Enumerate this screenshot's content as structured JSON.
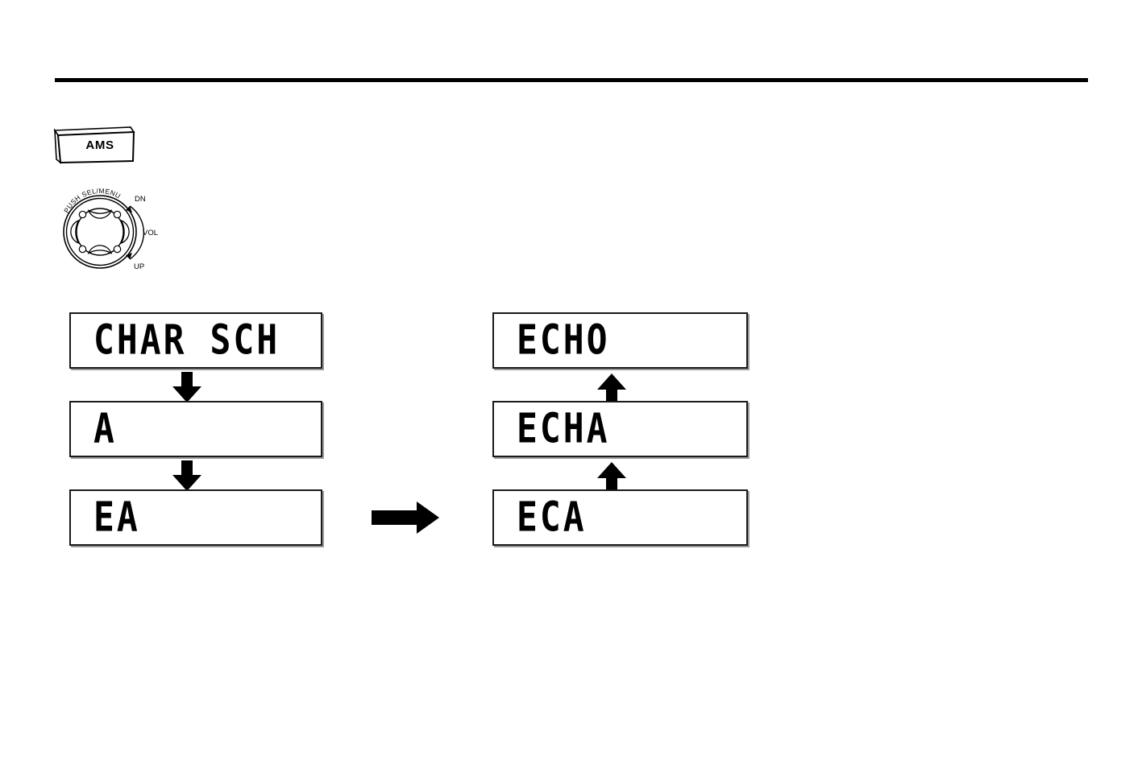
{
  "page": {
    "rule": {
      "name": "top-divider"
    }
  },
  "controls": {
    "ams_button": {
      "label": "AMS",
      "icon": "ams-key-icon"
    },
    "dial": {
      "icon": "rotary-dial-icon",
      "top_label": "PUSH SEL/MENU",
      "up_label": "UP",
      "down_label": "DN",
      "volume_label": "VOL"
    }
  },
  "flow": {
    "left_column": [
      {
        "display": "CHAR SCH"
      },
      {
        "display": "A"
      },
      {
        "display": "EA"
      }
    ],
    "right_column": [
      {
        "display": "ECHO"
      },
      {
        "display": "ECHA"
      },
      {
        "display": "ECA"
      }
    ],
    "arrows": {
      "down_1": "arrow-down-icon",
      "down_2": "arrow-down-icon",
      "up_1": "arrow-up-icon",
      "up_2": "arrow-up-icon",
      "right": "arrow-right-icon"
    }
  },
  "colors": {
    "ink": "#000000",
    "box_border": "#1a1a1a",
    "box_shadow": "#9a9a9a",
    "background": "#ffffff"
  }
}
